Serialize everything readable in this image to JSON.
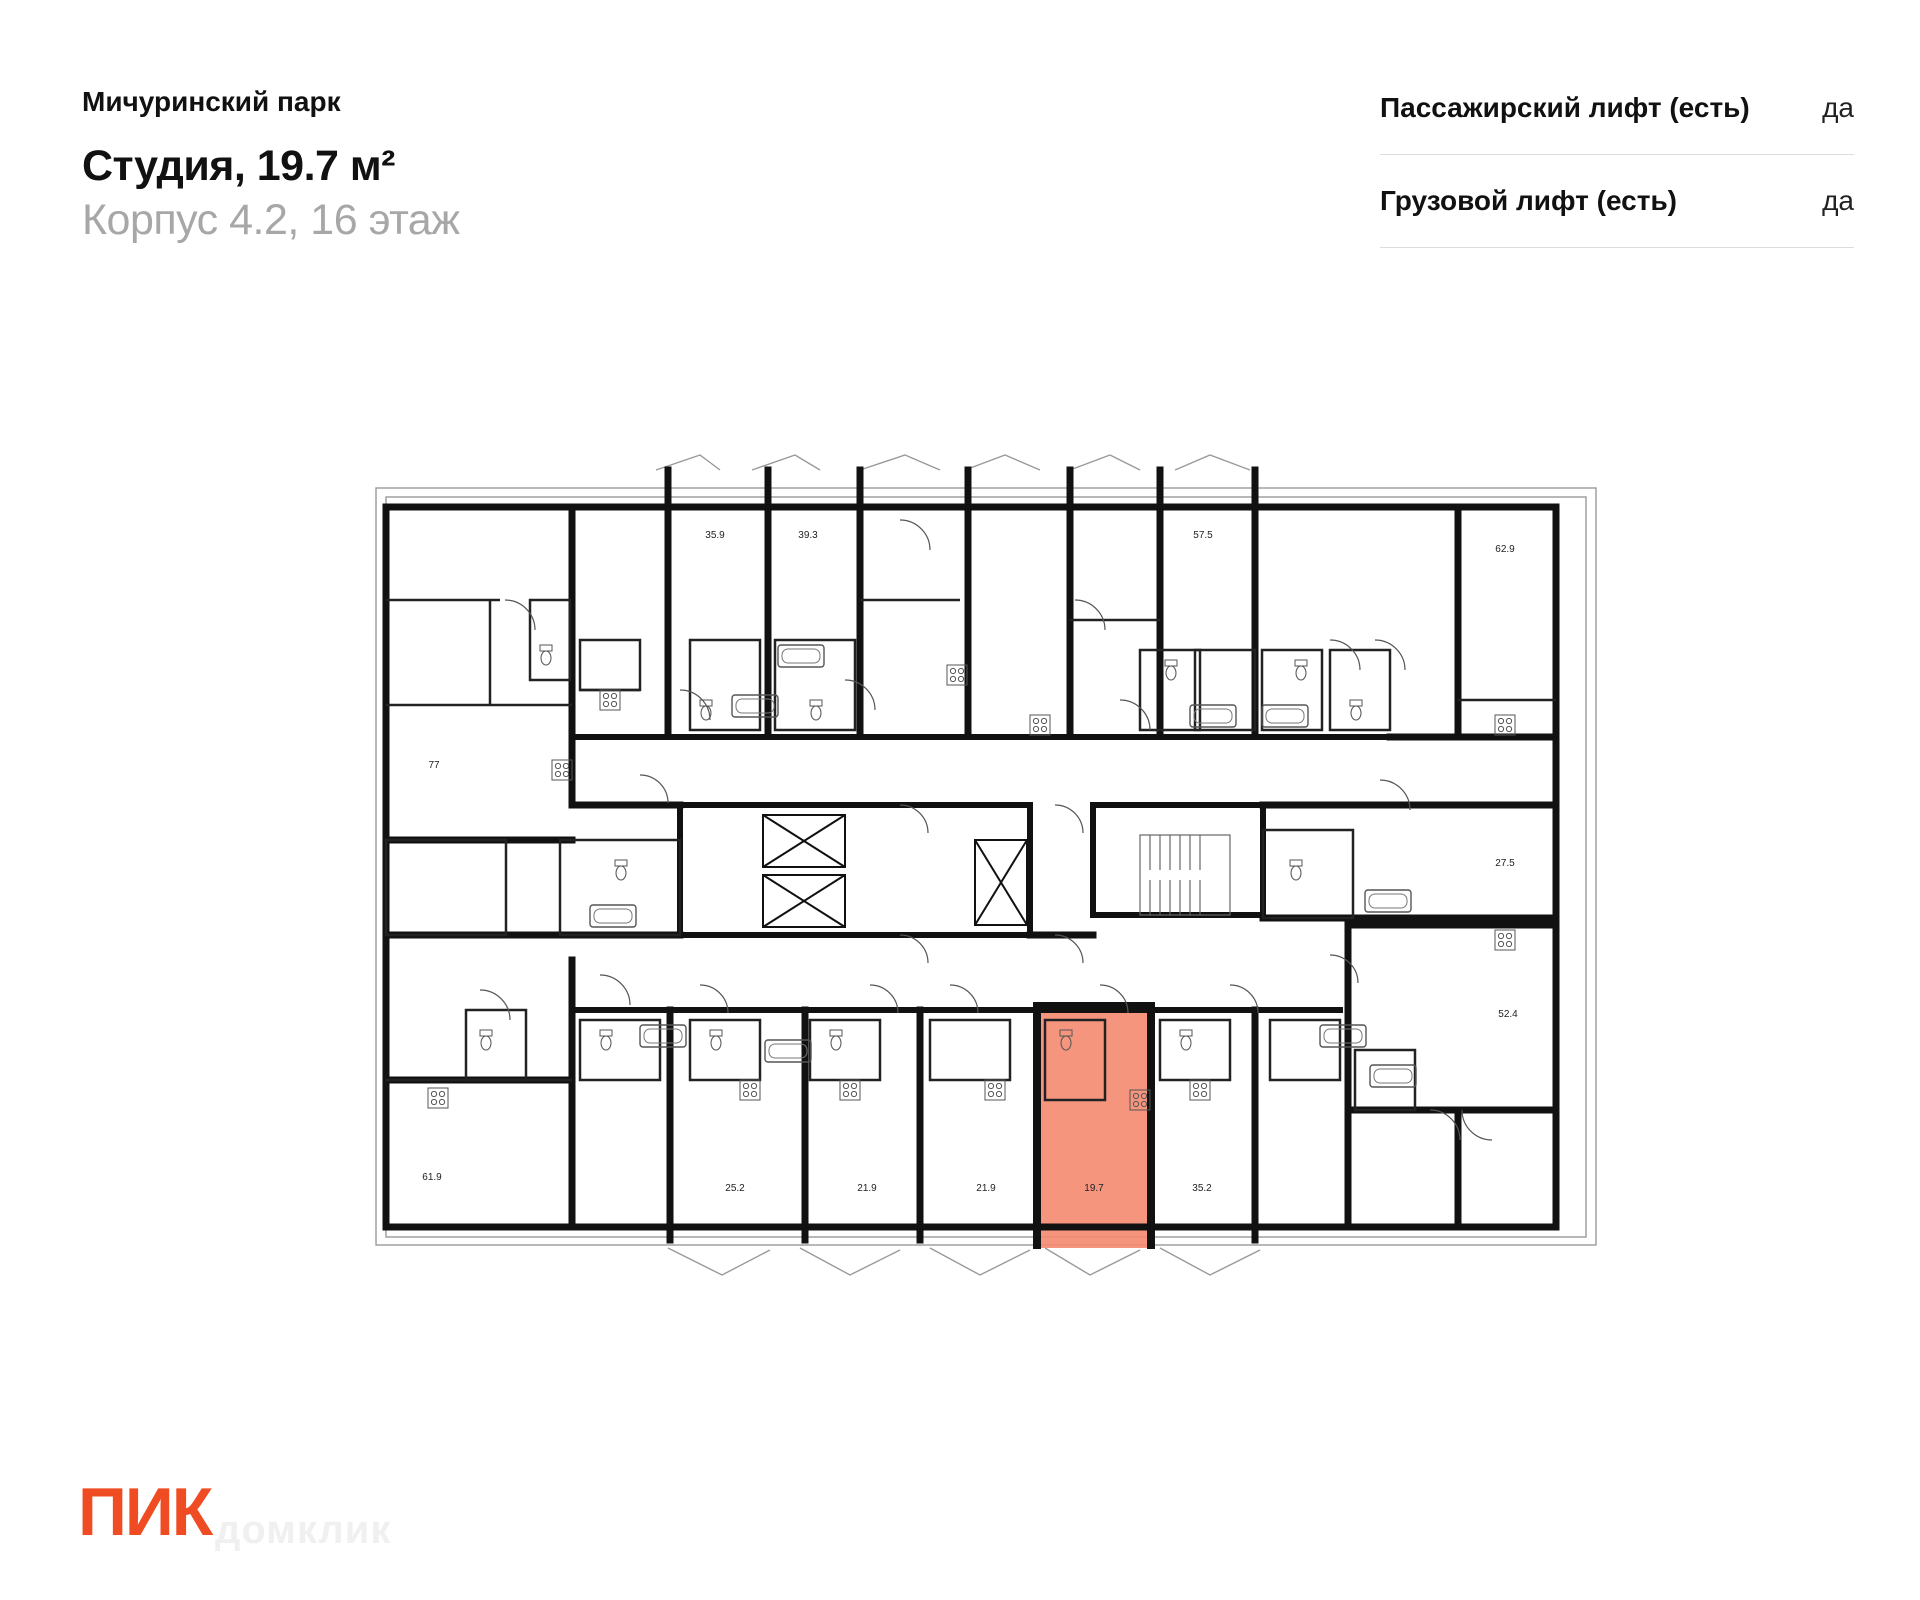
{
  "header": {
    "project": "Мичуринский парк",
    "title": "Студия, 19.7 м²",
    "subtitle": "Корпус 4.2, 16 этаж"
  },
  "features": [
    {
      "label": "Пассажирский лифт (есть)",
      "value": "да"
    },
    {
      "label": "Грузовой лифт (есть)",
      "value": "да"
    }
  ],
  "floorplan": {
    "highlight_color": "#f48a70",
    "selected_area": "19.7",
    "apartments": [
      "35.9",
      "39.3",
      "57.5",
      "62.9",
      "77",
      "27.5",
      "52.4",
      "61.9",
      "25.2",
      "21.9",
      "21.9",
      "19.7",
      "35.2"
    ]
  },
  "brand": {
    "logo": "ПИК",
    "watermark": "домклик",
    "color": "#f04c23"
  }
}
